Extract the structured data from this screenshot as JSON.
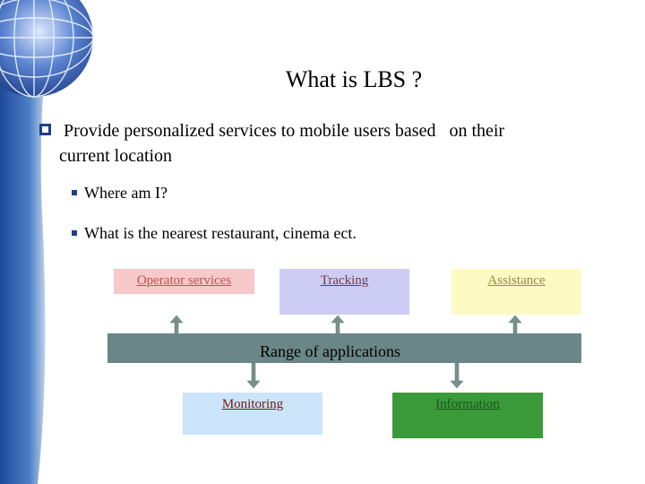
{
  "slide": {
    "title": "What is LBS ?",
    "bullet": {
      "line1": "Provide personalized services to mobile users based   on their",
      "line2": "current location"
    },
    "subbullets": [
      "Where am I?",
      "What is the nearest restaurant, cinema ect."
    ]
  },
  "diagram": {
    "top_boxes": [
      {
        "label": "Operator services",
        "color": "#f7c9c9",
        "text_color": "#c05050"
      },
      {
        "label": "Tracking",
        "color": "#ccccf5",
        "text_color": "#7a3a3a"
      },
      {
        "label": "Assistance",
        "color": "#fdfac4",
        "text_color": "#9a8a3a"
      }
    ],
    "bar_label": "Range of applications",
    "bar_color": "#6b8686",
    "bottom_boxes": [
      {
        "label": "Monitoring",
        "color": "#cce4fa",
        "text_color": "#6a1a1a"
      },
      {
        "label": "Information",
        "color": "#3a9a3a",
        "text_color": "#1a5a1a"
      }
    ]
  },
  "colors": {
    "bullet_marker": "#1e3f87",
    "sidebar_gradient_top": "#2a55a8",
    "sidebar_gradient_bottom": "#ffffff"
  }
}
